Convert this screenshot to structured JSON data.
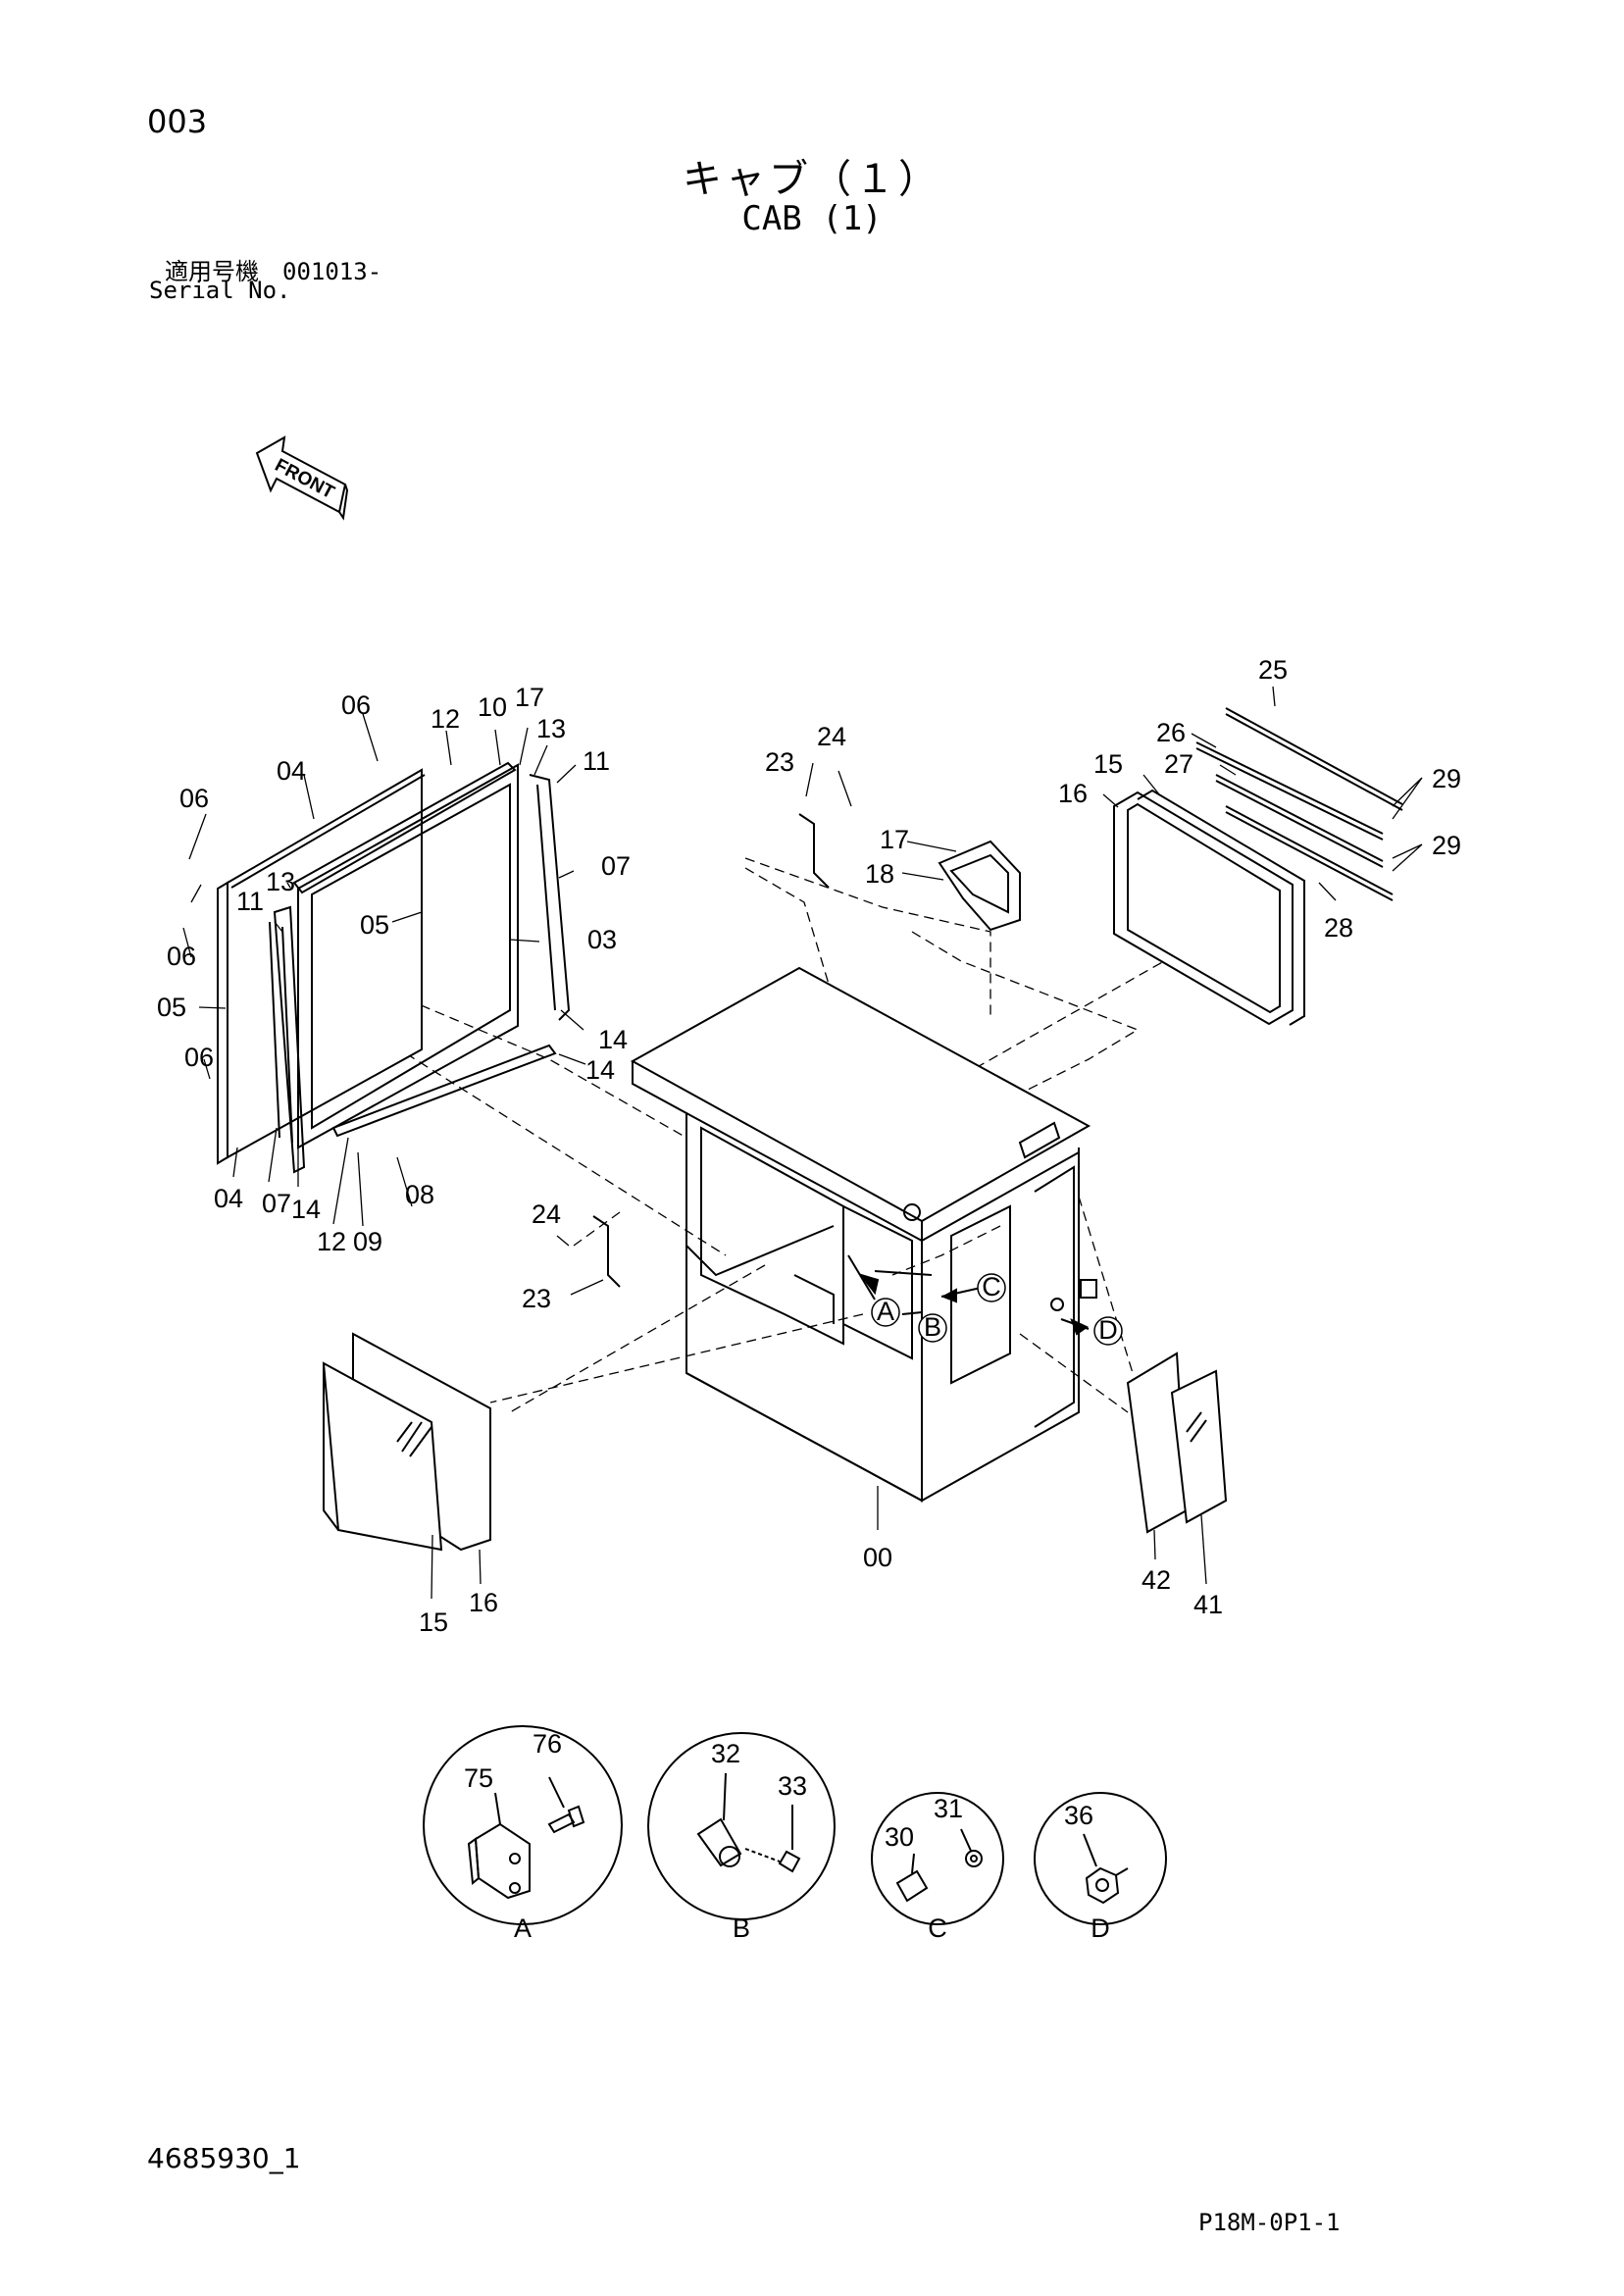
{
  "header": {
    "page_number": "003",
    "title_jp": "キャブ（１）",
    "title_en": "CAB (1)",
    "serial_label_jp": "適用号機　001013-",
    "serial_label_en": "Serial No."
  },
  "front_arrow": {
    "label": "FRONT"
  },
  "callouts": [
    {
      "id": "c-06a",
      "label": "06"
    },
    {
      "id": "c-12",
      "label": "12"
    },
    {
      "id": "c-10",
      "label": "10"
    },
    {
      "id": "c-17a",
      "label": "17"
    },
    {
      "id": "c-13a",
      "label": "13"
    },
    {
      "id": "c-11a",
      "label": "11"
    },
    {
      "id": "c-04a",
      "label": "04"
    },
    {
      "id": "c-06b",
      "label": "06"
    },
    {
      "id": "c-13b",
      "label": "13"
    },
    {
      "id": "c-11b",
      "label": "11"
    },
    {
      "id": "c-07a",
      "label": "07"
    },
    {
      "id": "c-05a",
      "label": "05"
    },
    {
      "id": "c-03",
      "label": "03"
    },
    {
      "id": "c-06c",
      "label": "06"
    },
    {
      "id": "c-05b",
      "label": "05"
    },
    {
      "id": "c-14a",
      "label": "14"
    },
    {
      "id": "c-14b",
      "label": "14"
    },
    {
      "id": "c-06d",
      "label": "06"
    },
    {
      "id": "c-04b",
      "label": "04"
    },
    {
      "id": "c-07b",
      "label": "07"
    },
    {
      "id": "c-14c",
      "label": "14"
    },
    {
      "id": "c-12b",
      "label": "12"
    },
    {
      "id": "c-09",
      "label": "09"
    },
    {
      "id": "c-08",
      "label": "08"
    },
    {
      "id": "c-24a",
      "label": "24"
    },
    {
      "id": "c-23a",
      "label": "23"
    },
    {
      "id": "c-17b",
      "label": "17"
    },
    {
      "id": "c-18",
      "label": "18"
    },
    {
      "id": "c-25",
      "label": "25"
    },
    {
      "id": "c-26",
      "label": "26"
    },
    {
      "id": "c-15a",
      "label": "15"
    },
    {
      "id": "c-16a",
      "label": "16"
    },
    {
      "id": "c-27",
      "label": "27"
    },
    {
      "id": "c-29a",
      "label": "29"
    },
    {
      "id": "c-29b",
      "label": "29"
    },
    {
      "id": "c-28",
      "label": "28"
    },
    {
      "id": "c-24b",
      "label": "24"
    },
    {
      "id": "c-23b",
      "label": "23"
    },
    {
      "id": "c-00",
      "label": "00"
    },
    {
      "id": "c-15b",
      "label": "15"
    },
    {
      "id": "c-16b",
      "label": "16"
    },
    {
      "id": "c-42",
      "label": "42"
    },
    {
      "id": "c-41",
      "label": "41"
    }
  ],
  "view_markers": [
    {
      "id": "m-A",
      "label": "A"
    },
    {
      "id": "m-B",
      "label": "B"
    },
    {
      "id": "m-C",
      "label": "C"
    },
    {
      "id": "m-D",
      "label": "D"
    }
  ],
  "detail_views": [
    {
      "id": "detail-A",
      "label": "A",
      "parts": [
        "75",
        "76"
      ]
    },
    {
      "id": "detail-B",
      "label": "B",
      "parts": [
        "32",
        "33"
      ]
    },
    {
      "id": "detail-C",
      "label": "C",
      "parts": [
        "30",
        "31"
      ]
    },
    {
      "id": "detail-D",
      "label": "D",
      "parts": [
        "36"
      ]
    }
  ],
  "footer": {
    "doc_number": "4685930_1",
    "sheet_code": "P18M-0P1-1"
  }
}
